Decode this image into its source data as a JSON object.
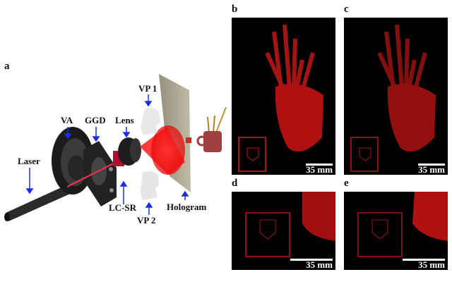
{
  "panel_a": {
    "label": "a",
    "components": {
      "laser": "Laser",
      "va": "VA",
      "ggd": "GGD",
      "lens": "Lens",
      "lc_sr": "LC-SR",
      "vp1": "VP 1",
      "vp2": "VP 2",
      "hologram": "Hologram"
    },
    "arrow_color": "#1a2ee8",
    "beam_color": "#ff1a1a"
  },
  "panels": {
    "b": {
      "label": "b",
      "scale": "35 mm"
    },
    "c": {
      "label": "c",
      "scale": "35 mm"
    },
    "d": {
      "label": "d",
      "scale": "35 mm"
    },
    "e": {
      "label": "e",
      "scale": "35 mm"
    }
  }
}
